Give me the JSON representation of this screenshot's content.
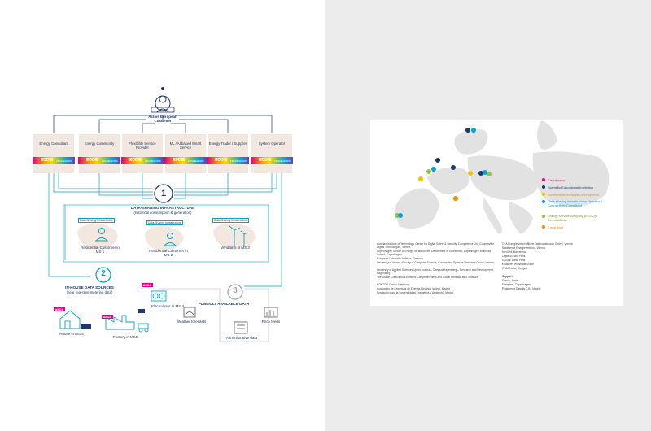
{
  "diagram": {
    "customer": "Active European Customer",
    "roles": [
      {
        "label": "Energy Consultant"
      },
      {
        "label": "Energy Community"
      },
      {
        "label": "Flexibility Service Provider"
      },
      {
        "label": "ML / AI based Smart Service"
      },
      {
        "label": "Energy Trader / Supplier"
      },
      {
        "label": "System Operator"
      }
    ],
    "eddie_brand": "EDDIE",
    "eddie_framework": "FRAMEWORK",
    "section1_number": "1",
    "section1_title": "DATA-SHARING INFRASTRUCTURE",
    "section1_subtitle": "(historical consumption & generation)",
    "ds_tag": "Data-Sharing Infrastructure",
    "customers": [
      {
        "label": "Residential Customer in MS 1"
      },
      {
        "label": "Residential Customer in MS 2"
      },
      {
        "label": "Windfarm in MS 3"
      }
    ],
    "section2_number": "2",
    "section2_title": "IN-HOUSE DATA SOURCES",
    "section2_subtitle": "(near real-time metering data)",
    "aiida": "AIIDA",
    "house": "House in MS 4",
    "electrolyser": "Electrolyser in MS 4",
    "factory": "Factory in MS5",
    "section3_number": "3",
    "section3_title": "PUBLICLY AVAILABLE DATA",
    "weather": "Weather forecasts",
    "admin": "Administrative data",
    "price": "Price feeds"
  },
  "map": {
    "legend": [
      {
        "label": "Coordinator",
        "color": "#e6007e"
      },
      {
        "label": "Scientific/Educational Institution",
        "color": "#1b3a6b"
      },
      {
        "label": "Architecture/Software Development",
        "color": "#f6c200"
      },
      {
        "label": "Data-sharing Infrastructure Operator / Connectivity Consultant",
        "color": "#00a3e0"
      },
      {
        "label": "Energy service company (ESCO) / Demonstrator",
        "color": "#8dc63f"
      },
      {
        "label": "Consultant",
        "color": "#f08a00"
      }
    ],
    "institutions_left": [
      "Austrian Institute of Technology, Center for Digital Safety & Security, Competence Unit Cooperative Digital Technologies, Vienna",
      "Copenhagen School of Energy Infrastructure, Department of Economics, Copenhagen Business School, Copenhagen",
      "European University Institute, Florence",
      "University of Vienna, Faculty of Computer Science, Cooperative Systems Research Group, Vienna",
      "University of Applied Sciences Upper Austria – Campus Hagenberg – Research and Development, Hagenberg",
      "The Lisbon Council for Economic Competitiveness and Social Renewal asbl, Brussels",
      "PONTON GmbH, Hamburg",
      "Asociación de Empresas de Energía Eléctrica (aelec), Madrid",
      "Fundación para la Sostenibilidad Energética y Ambiental, Madrid"
    ],
    "institutions_right": [
      "OTA Energiewirtschaftliche Datenaustausch GmbH, Vienna",
      "Stadtwerke Energieverbund, Vienna",
      "NexGrid, Barcelona",
      "Digital4Grids, Paris",
      "EASEE Data, Paris",
      "Enlab.ee, Wiesbaden/Nice",
      "ETA-Umeta, Stuttgart"
    ],
    "support_title": "Support:",
    "support": [
      "Enedis, Paris",
      "Energinet, Copenhagen",
      "Plataforma Datadis C.B., Madrid"
    ]
  }
}
